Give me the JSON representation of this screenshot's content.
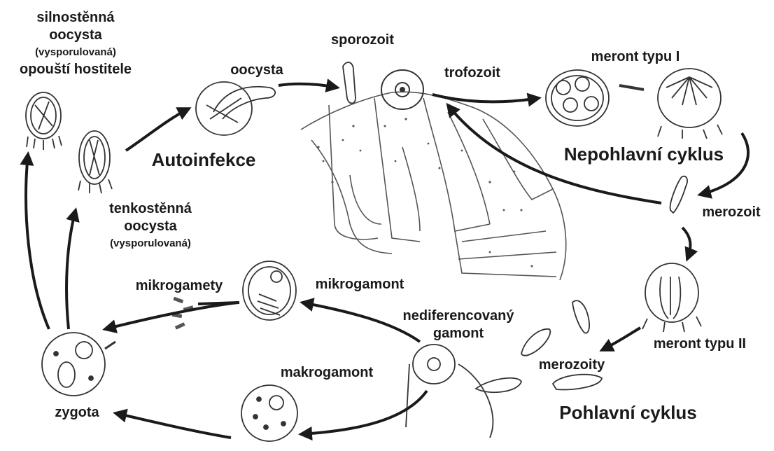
{
  "labels": {
    "silnostenna_1": "silnostěnná",
    "silnostenna_2": "oocysta",
    "silnostenna_3": "(vysporulovaná)",
    "silnostenna_4": "opouští hostitele",
    "oocysta": "oocysta",
    "sporozoit": "sporozoit",
    "trofozoit": "trofozoit",
    "meront_typu_i": "meront typu I",
    "autoinfekce": "Autoinfekce",
    "nepohlavni_cyklus": "Nepohlavní cyklus",
    "tenkostenna_1": "tenkostěnná",
    "tenkostenna_2": "oocysta",
    "tenkostenna_3": "(vysporulovaná)",
    "merozoit": "merozoit",
    "mikrogamety": "mikrogamety",
    "mikrogamont": "mikrogamont",
    "nediferencovany_1": "nediferencovaný",
    "nediferencovany_2": "gamont",
    "meront_typu_ii": "meront typu II",
    "merozoity": "merozoity",
    "makrogamont": "makrogamont",
    "zygota": "zygota",
    "pohlavni_cyklus": "Pohlavní cyklus"
  },
  "colors": {
    "ink": "#1a1a1a",
    "sketch": "#555555",
    "background": "#ffffff"
  }
}
